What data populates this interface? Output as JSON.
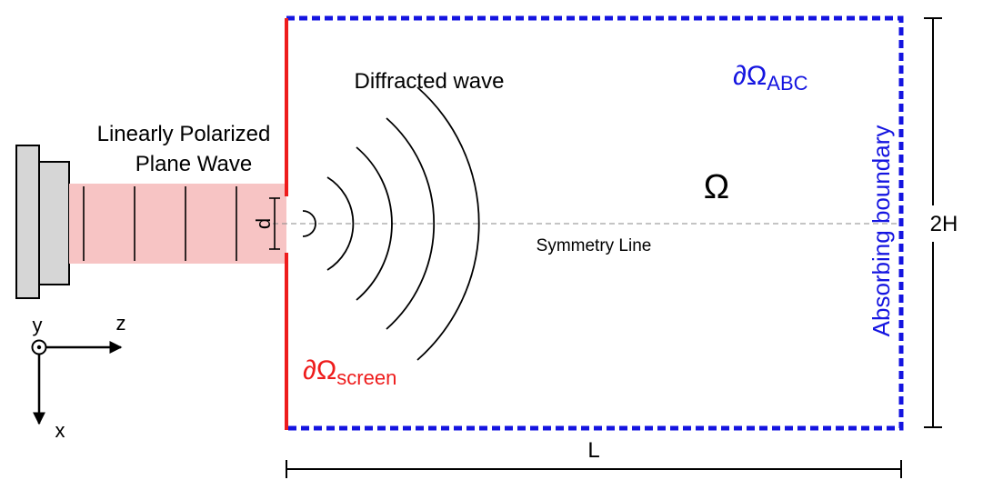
{
  "labels": {
    "diffracted": "Diffracted wave",
    "plane_wave_line1": "Linearly Polarized",
    "plane_wave_line2": "Plane Wave",
    "aperture": "d",
    "symmetry": "Symmetry Line",
    "domain": "Ω",
    "abc_main": "∂Ω",
    "abc_sub": "ABC",
    "screen_main": "∂Ω",
    "screen_sub": "screen",
    "absorbing": "Absorbing boundary",
    "height": "2H",
    "length": "L",
    "axis_y": "y",
    "axis_z": "z",
    "axis_x": "x"
  },
  "colors": {
    "screen": "#ee1c1c",
    "abc": "#1414e0",
    "beam": "#f7c4c4",
    "source": "#d6d6d6",
    "ink": "#000000"
  }
}
